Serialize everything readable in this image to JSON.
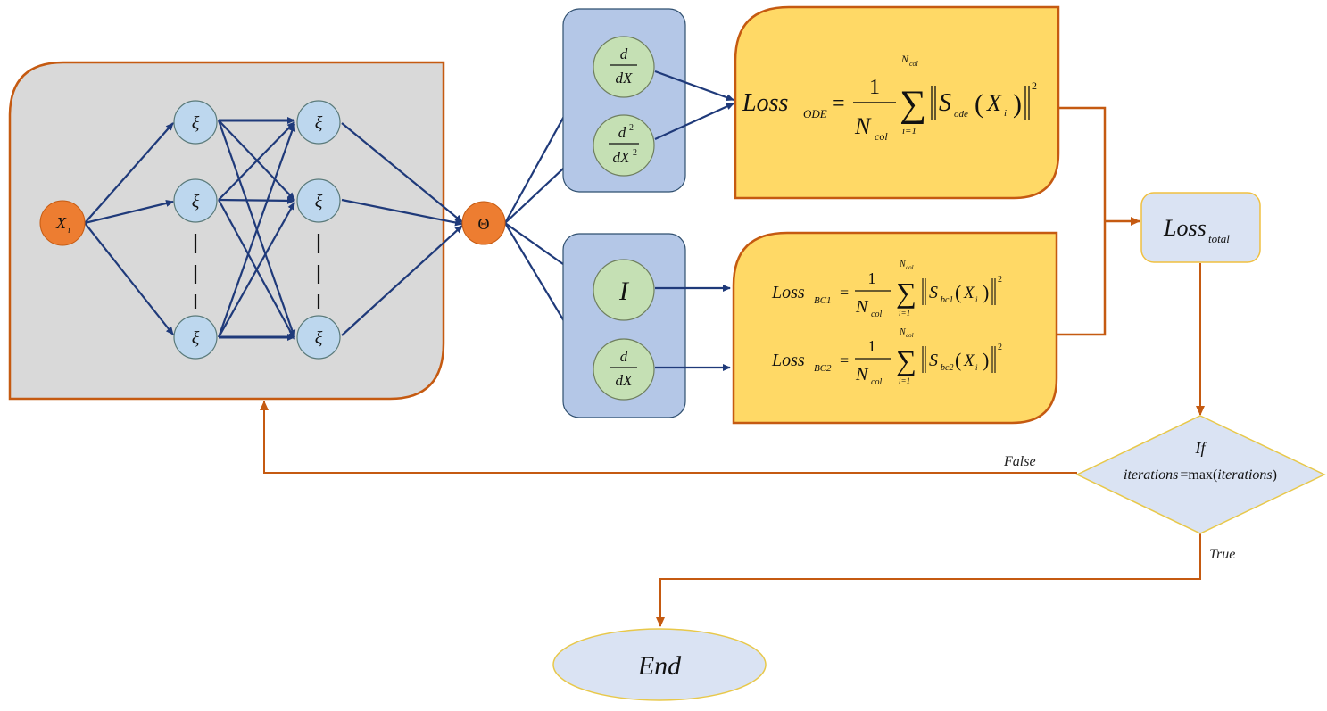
{
  "colors": {
    "orange_border": "#c55a11",
    "orange_node": "#ed7d31",
    "gray_panel": "#d9d9d9",
    "neuron_fill": "#bdd7ee",
    "blue_panel": "#b4c7e7",
    "green_node": "#c5e0b4",
    "yellow_box": "#ffd966",
    "light_blue_box": "#dae3f3",
    "arrow_blue": "#1f3a7a"
  },
  "network": {
    "input_label": "X",
    "input_subscript": "i",
    "neuron_label": "ξ",
    "output_label": "Θ"
  },
  "ode_ops": {
    "first_deriv": {
      "num": "d",
      "den": "dX"
    },
    "second_deriv": {
      "num": "d",
      "num_sup": "2",
      "den": "dX",
      "den_sup": "2"
    }
  },
  "bc_ops": {
    "identity": "I",
    "first_deriv": {
      "num": "d",
      "den": "dX"
    }
  },
  "loss_ode": {
    "lhs": "Loss",
    "lhs_sub": "ODE",
    "frac_num": "1",
    "frac_den": "N",
    "frac_den_sub": "col",
    "sum_upper": "N",
    "sum_upper_sub": "col",
    "sum_lower": "i=1",
    "term": "S",
    "term_sub": "ode",
    "arg": "X",
    "arg_sub": "i",
    "power": "2"
  },
  "loss_bc1": {
    "lhs": "Loss",
    "lhs_sub": "BC1",
    "frac_num": "1",
    "frac_den": "N",
    "frac_den_sub": "col",
    "sum_upper": "N",
    "sum_upper_sub": "col",
    "sum_lower": "i=1",
    "term": "S",
    "term_sub": "bc1",
    "arg": "X",
    "arg_sub": "i",
    "power": "2"
  },
  "loss_bc2": {
    "lhs": "Loss",
    "lhs_sub": "BC2",
    "frac_num": "1",
    "frac_den": "N",
    "frac_den_sub": "col",
    "sum_upper": "N",
    "sum_upper_sub": "col",
    "sum_lower": "i=1",
    "term": "S",
    "term_sub": "bc2",
    "arg": "X",
    "arg_sub": "i",
    "power": "2"
  },
  "loss_total": {
    "label": "Loss",
    "sub": "total"
  },
  "decision": {
    "line1": "If",
    "lhs": "iterations",
    "eq": "=",
    "fn": "max",
    "arg": "iterations"
  },
  "branches": {
    "false_label": "False",
    "true_label": "True"
  },
  "end": {
    "label": "End"
  }
}
